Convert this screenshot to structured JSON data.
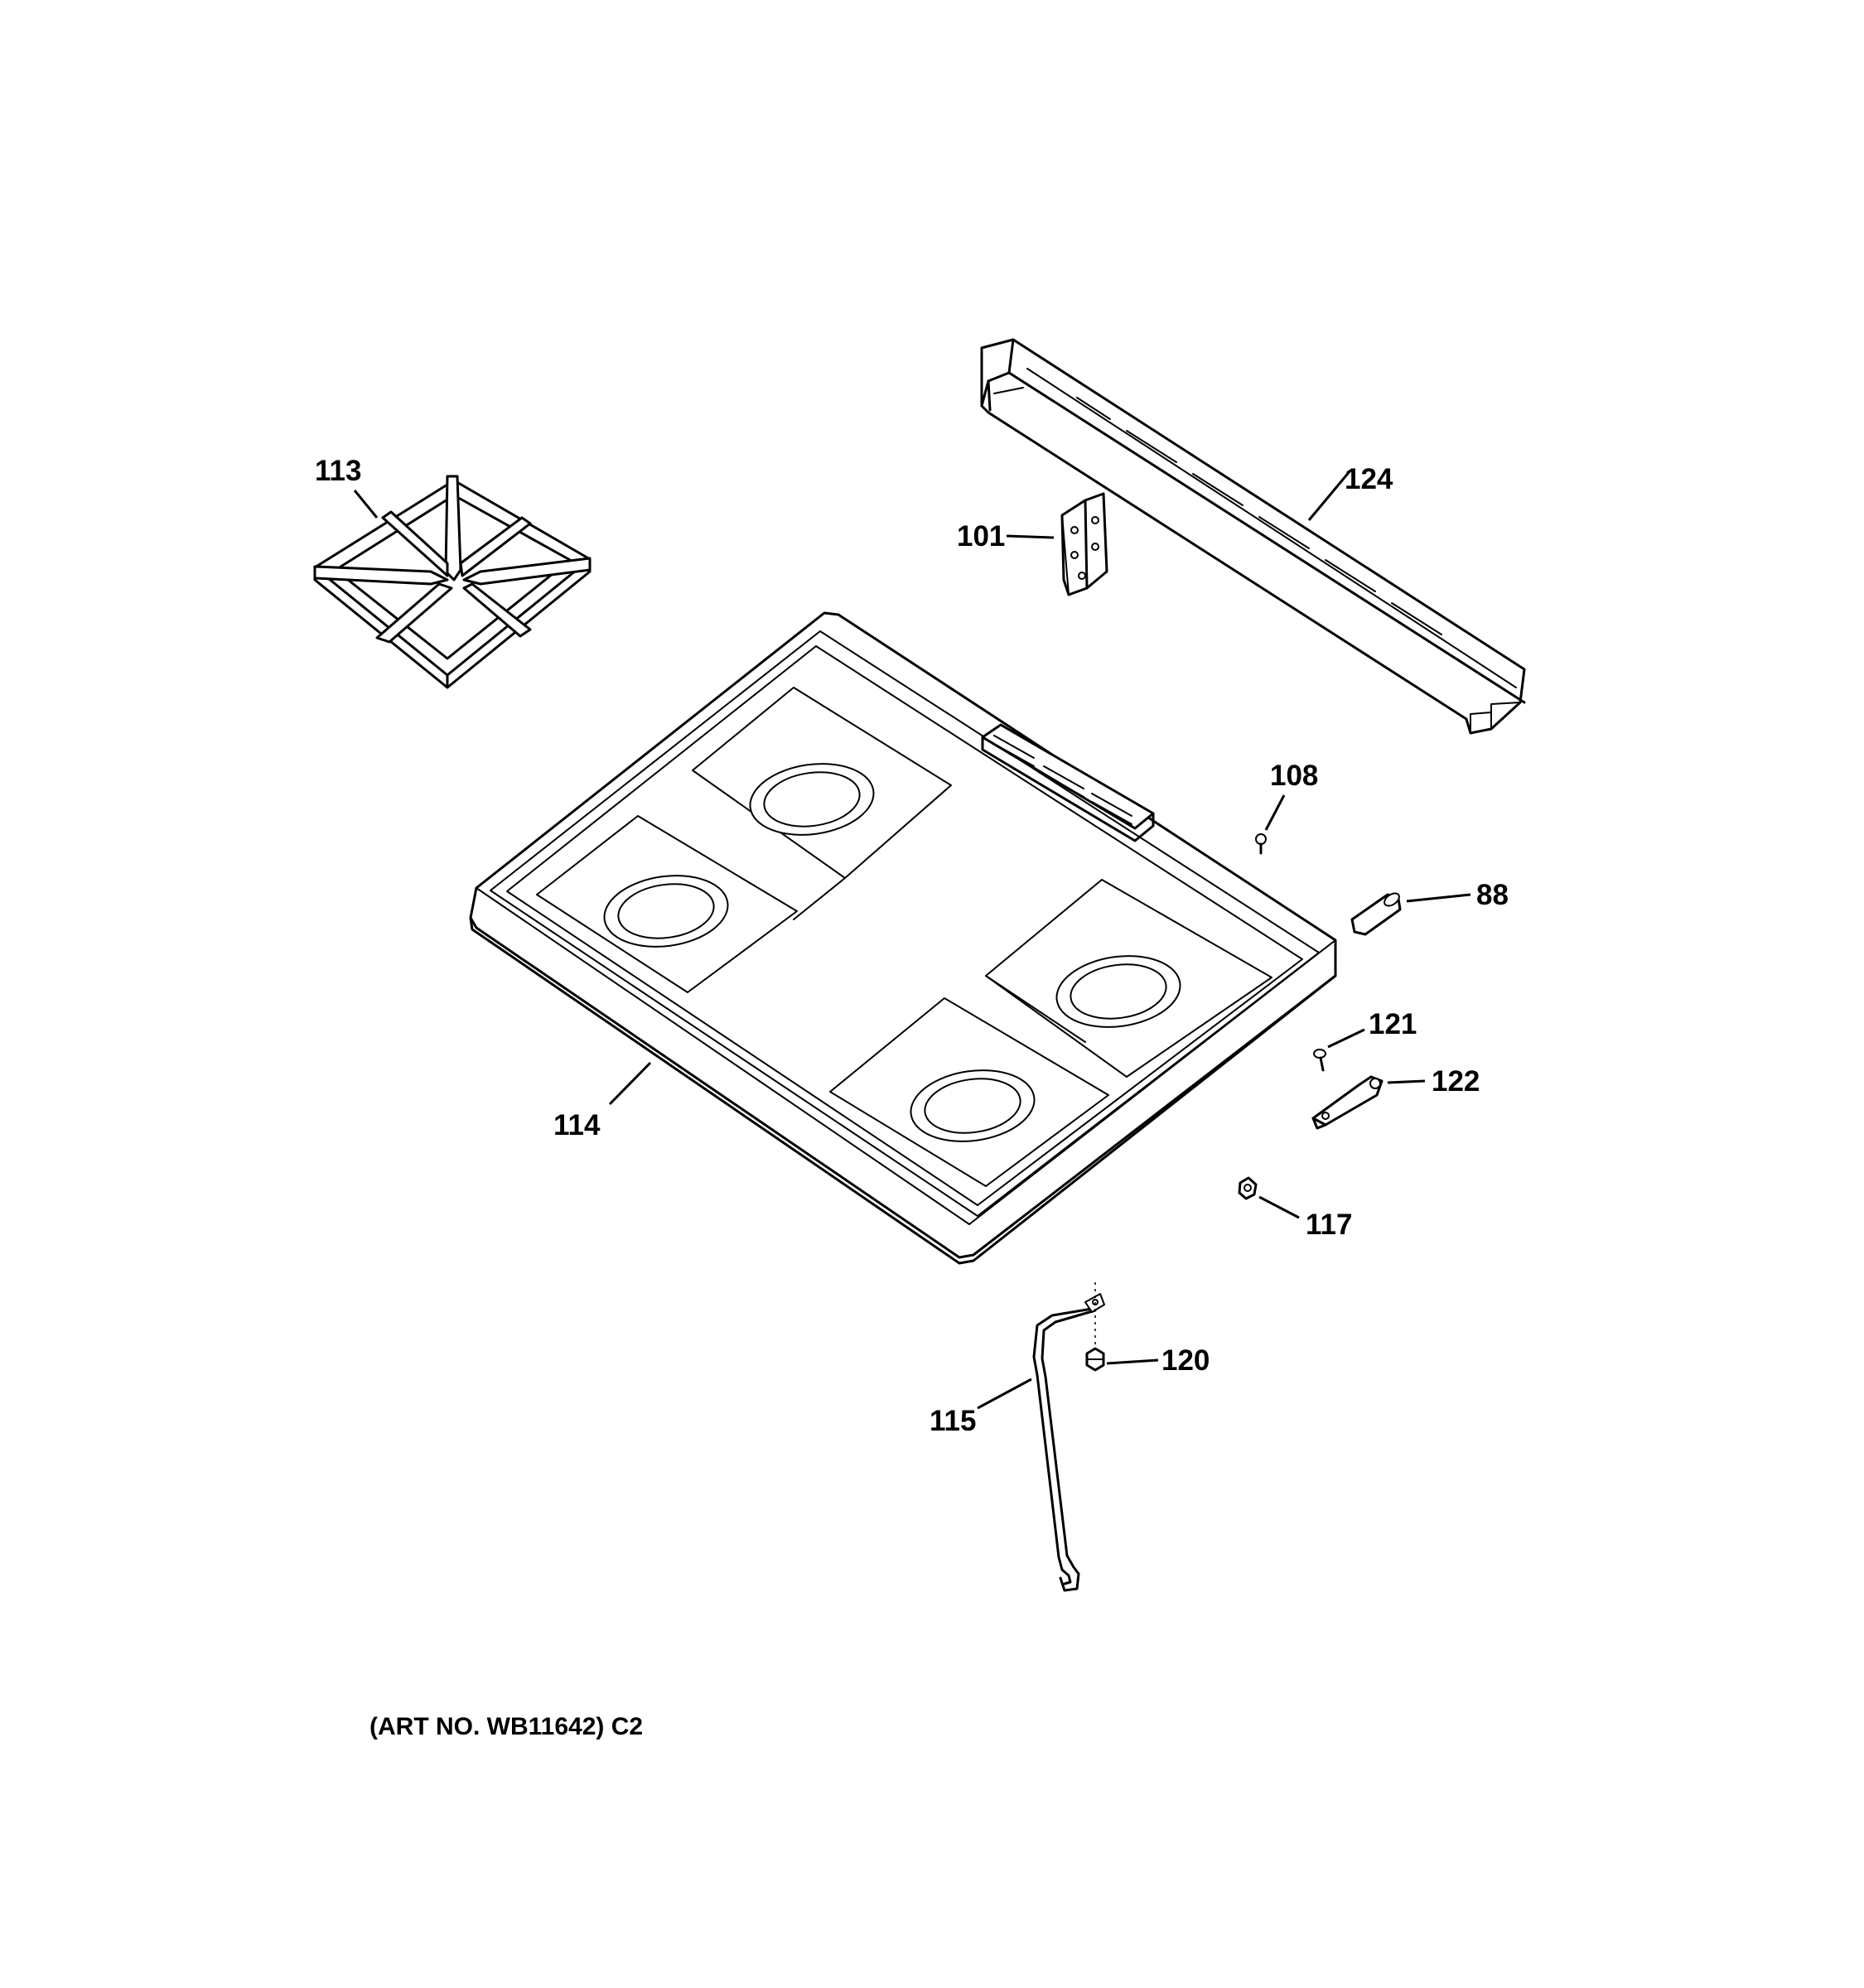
{
  "parts": [
    {
      "id": "p113",
      "number": "113",
      "name": "burner-grate"
    },
    {
      "id": "p101",
      "number": "101",
      "name": "bracket"
    },
    {
      "id": "p124",
      "number": "124",
      "name": "trim-bar"
    },
    {
      "id": "p108",
      "number": "108",
      "name": "screw"
    },
    {
      "id": "p88",
      "number": "88",
      "name": "hinge-pin"
    },
    {
      "id": "p121",
      "number": "121",
      "name": "screw"
    },
    {
      "id": "p122",
      "number": "122",
      "name": "clip"
    },
    {
      "id": "p114",
      "number": "114",
      "name": "cooktop"
    },
    {
      "id": "p117",
      "number": "117",
      "name": "nut"
    },
    {
      "id": "p120",
      "number": "120",
      "name": "nut"
    },
    {
      "id": "p115",
      "number": "115",
      "name": "support-rod"
    }
  ],
  "footer": {
    "art_number": "(ART NO. WB11642) C2"
  }
}
